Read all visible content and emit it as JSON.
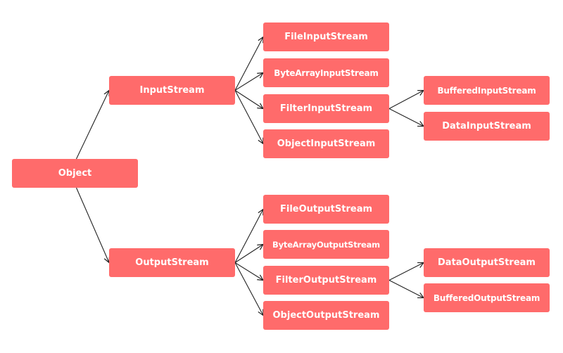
{
  "colors": {
    "node_fill": "#FF6B6B",
    "node_text": "#FFFFFF",
    "edge": "#222222",
    "background": "#FFFFFF"
  },
  "nodes": {
    "object": "Object",
    "input_stream": "InputStream",
    "output_stream": "OutputStream",
    "file_input_stream": "FileInputStream",
    "byte_array_input_stream": "ByteArrayInputStream",
    "filter_input_stream": "FilterInputStream",
    "object_input_stream": "ObjectInputStream",
    "buffered_input_stream": "BufferedInputStream",
    "data_input_stream": "DataInputStream",
    "file_output_stream": "FileOutputStream",
    "byte_array_output_stream": "ByteArrayOutputStream",
    "filter_output_stream": "FilterOutputStream",
    "object_output_stream": "ObjectOutputStream",
    "data_output_stream": "DataOutputStream",
    "buffered_output_stream": "BufferedOutputStream"
  },
  "edges": [
    {
      "from": "object",
      "to": "input_stream"
    },
    {
      "from": "object",
      "to": "output_stream"
    },
    {
      "from": "input_stream",
      "to": "file_input_stream"
    },
    {
      "from": "input_stream",
      "to": "byte_array_input_stream"
    },
    {
      "from": "input_stream",
      "to": "filter_input_stream"
    },
    {
      "from": "input_stream",
      "to": "object_input_stream"
    },
    {
      "from": "filter_input_stream",
      "to": "buffered_input_stream"
    },
    {
      "from": "filter_input_stream",
      "to": "data_input_stream"
    },
    {
      "from": "output_stream",
      "to": "file_output_stream"
    },
    {
      "from": "output_stream",
      "to": "byte_array_output_stream"
    },
    {
      "from": "output_stream",
      "to": "filter_output_stream"
    },
    {
      "from": "output_stream",
      "to": "object_output_stream"
    },
    {
      "from": "filter_output_stream",
      "to": "data_output_stream"
    },
    {
      "from": "filter_output_stream",
      "to": "buffered_output_stream"
    }
  ]
}
